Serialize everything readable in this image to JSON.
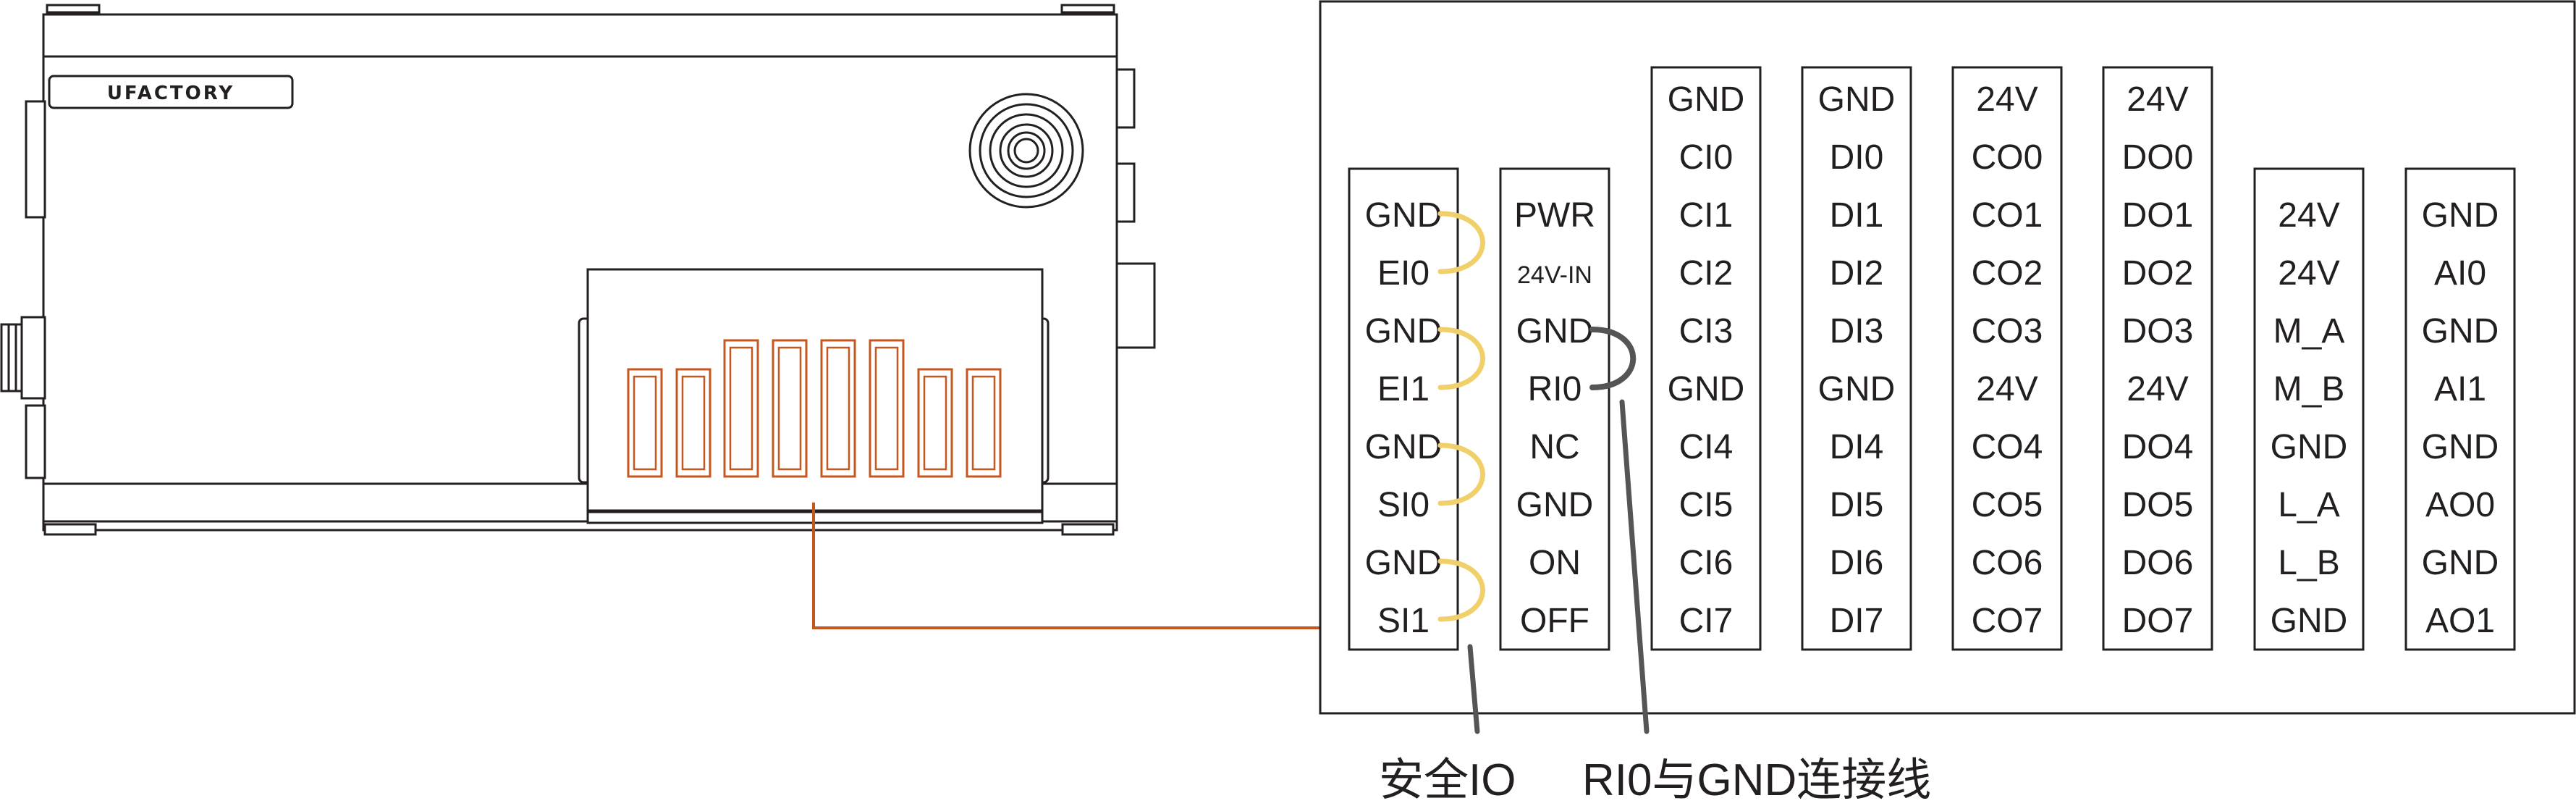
{
  "brand": "UFACTORY",
  "colors": {
    "line": "#231f20",
    "accent": "#c4561f",
    "jumper_safety": "#f1cf6a",
    "jumper_ri0": "#555555"
  },
  "columns": [
    {
      "id": "safety",
      "pins": [
        "GND",
        "EI0",
        "GND",
        "EI1",
        "GND",
        "SI0",
        "GND",
        "SI1"
      ]
    },
    {
      "id": "power",
      "pins": [
        "PWR",
        "24V-IN",
        "GND",
        "RI0",
        "NC",
        "GND",
        "ON",
        "OFF"
      ]
    },
    {
      "id": "ci",
      "pins": [
        "GND",
        "CI0",
        "CI1",
        "CI2",
        "CI3",
        "GND",
        "CI4",
        "CI5",
        "CI6",
        "CI7"
      ]
    },
    {
      "id": "di",
      "pins": [
        "GND",
        "DI0",
        "DI1",
        "DI2",
        "DI3",
        "GND",
        "DI4",
        "DI5",
        "DI6",
        "DI7"
      ]
    },
    {
      "id": "co",
      "pins": [
        "24V",
        "CO0",
        "CO1",
        "CO2",
        "CO3",
        "24V",
        "CO4",
        "CO5",
        "CO6",
        "CO7"
      ]
    },
    {
      "id": "do",
      "pins": [
        "24V",
        "DO0",
        "DO1",
        "DO2",
        "DO3",
        "24V",
        "DO4",
        "DO5",
        "DO6",
        "DO7"
      ]
    },
    {
      "id": "motor",
      "pins": [
        "24V",
        "24V",
        "M_A",
        "M_B",
        "GND",
        "L_A",
        "L_B",
        "GND"
      ]
    },
    {
      "id": "analog",
      "pins": [
        "GND",
        "AI0",
        "GND",
        "AI1",
        "GND",
        "AO0",
        "GND",
        "AO1"
      ]
    }
  ],
  "callouts": {
    "safety_io": "安全IO",
    "ri0_gnd": "RI0与GND连接线"
  }
}
